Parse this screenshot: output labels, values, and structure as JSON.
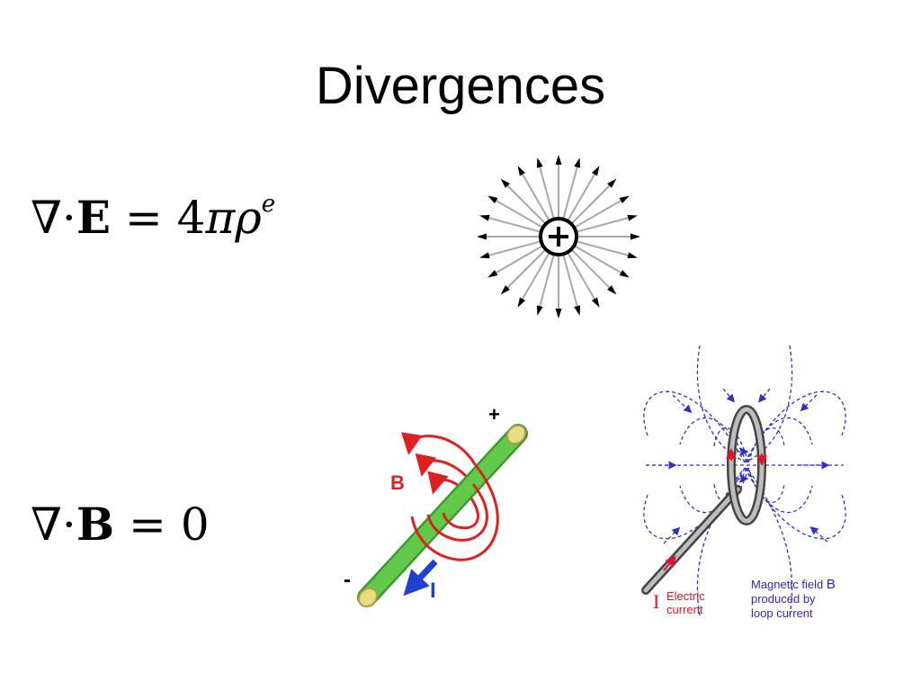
{
  "slide": {
    "title": "Divergences"
  },
  "equations": {
    "gauss_electric": {
      "nabla": "∇",
      "dot": "·",
      "field": "E",
      "equals": "=",
      "coefficient": "4",
      "pi": "π",
      "rho": "ρ",
      "superscript": "e"
    },
    "gauss_magnetic": {
      "nabla": "∇",
      "dot": "·",
      "field": "B",
      "equals": "=",
      "rhs": "0"
    }
  },
  "charge_diagram": {
    "charge_symbol": "plus-sign",
    "field_line_count": 24,
    "colors": {
      "line": "#a8a8a8",
      "arrowhead": "#000000",
      "charge_outline": "#000000"
    }
  },
  "wire_diagram": {
    "plus_label": "+",
    "minus_label": "-",
    "field_label": "B",
    "current_label": "I",
    "colors": {
      "wire": "#5fc64a",
      "wire_end": "#e3d77a",
      "field": "#e02020",
      "current": "#1f3fd6"
    }
  },
  "loop_diagram": {
    "current_symbol": "I",
    "current_caption_line1": "Electric",
    "current_caption_line2": "current",
    "field_caption_line1_text": "Magnetic field",
    "field_caption_line1_symbol": "B",
    "field_caption_line2": "produced by",
    "field_caption_line3": "loop current",
    "colors": {
      "field_lines": "#3030c8",
      "current_text": "#e0142c",
      "caption": "#3a1fb0",
      "loop": "#555555"
    }
  }
}
